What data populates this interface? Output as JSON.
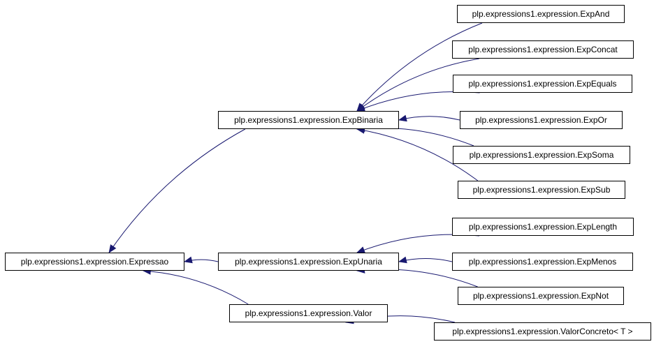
{
  "diagram": {
    "nodes": {
      "expressao": "plp.expressions1.expression.Expressao",
      "binaria": "plp.expressions1.expression.ExpBinaria",
      "unaria": "plp.expressions1.expression.ExpUnaria",
      "valor": "plp.expressions1.expression.Valor",
      "and": "plp.expressions1.expression.ExpAnd",
      "concat": "plp.expressions1.expression.ExpConcat",
      "equals": "plp.expressions1.expression.ExpEquals",
      "or": "plp.expressions1.expression.ExpOr",
      "soma": "plp.expressions1.expression.ExpSoma",
      "sub": "plp.expressions1.expression.ExpSub",
      "length": "plp.expressions1.expression.ExpLength",
      "menos": "plp.expressions1.expression.ExpMenos",
      "not": "plp.expressions1.expression.ExpNot",
      "concreto": "plp.expressions1.expression.ValorConcreto< T >"
    },
    "edges": [
      {
        "from": "binaria",
        "to": "expressao"
      },
      {
        "from": "unaria",
        "to": "expressao"
      },
      {
        "from": "valor",
        "to": "expressao"
      },
      {
        "from": "and",
        "to": "binaria"
      },
      {
        "from": "concat",
        "to": "binaria"
      },
      {
        "from": "equals",
        "to": "binaria"
      },
      {
        "from": "or",
        "to": "binaria"
      },
      {
        "from": "soma",
        "to": "binaria"
      },
      {
        "from": "sub",
        "to": "binaria"
      },
      {
        "from": "length",
        "to": "unaria"
      },
      {
        "from": "menos",
        "to": "unaria"
      },
      {
        "from": "not",
        "to": "unaria"
      },
      {
        "from": "concreto",
        "to": "valor"
      }
    ],
    "edge_color": "#191970"
  }
}
